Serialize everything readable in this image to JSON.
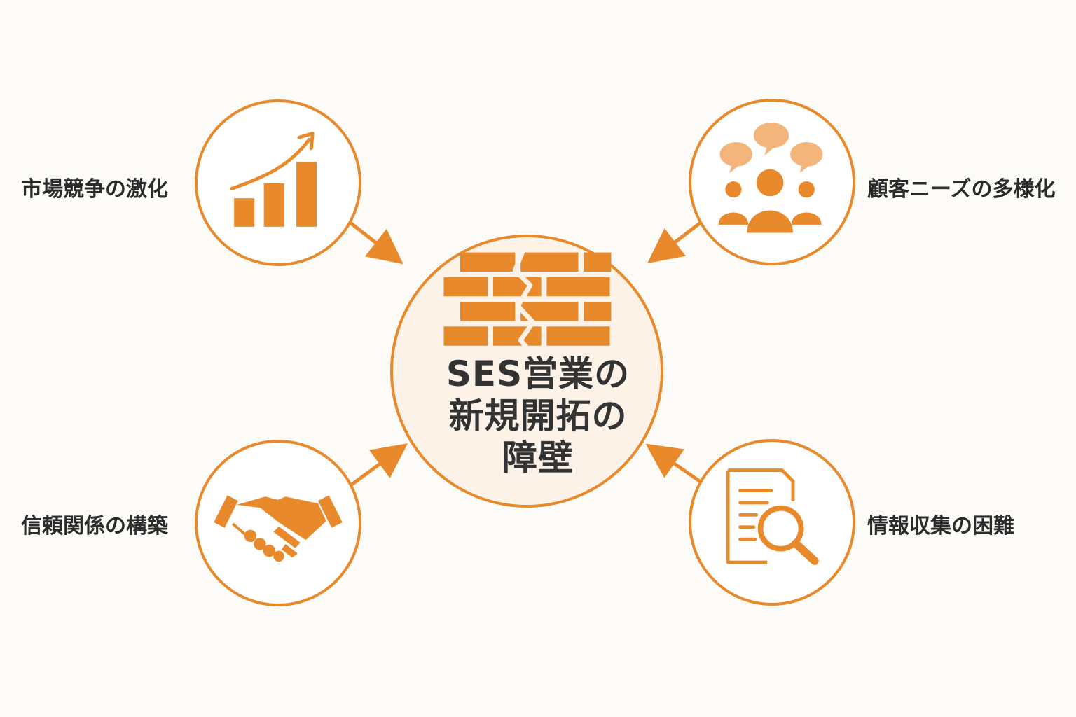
{
  "center": {
    "title_lines": [
      "SES営業の",
      "新規開拓の",
      "障壁"
    ],
    "icon": "brick-wall-crack-icon"
  },
  "factors": [
    {
      "label": "市場競争の激化",
      "icon": "growth-chart-icon"
    },
    {
      "label": "顧客ニーズの多様化",
      "icon": "people-speech-icon"
    },
    {
      "label": "信頼関係の構築",
      "icon": "handshake-icon"
    },
    {
      "label": "情報収集の困難",
      "icon": "document-search-icon"
    }
  ],
  "colors": {
    "accent": "#e8892b",
    "accent_light": "#f4b57c",
    "center_fill": "#fdf2e7",
    "background": "#fdfbf7",
    "text": "#2b2b2b"
  }
}
